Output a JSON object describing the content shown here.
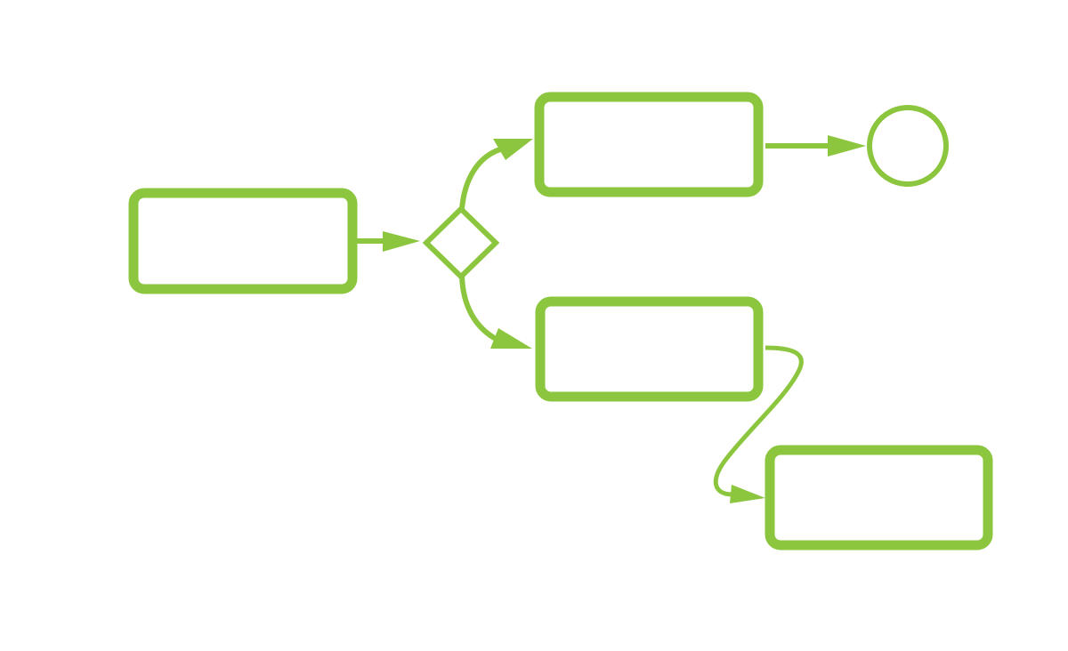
{
  "diagram": {
    "colors": {
      "stroke": "#8CC63F",
      "background": "#ffffff"
    },
    "nodes": [
      {
        "id": "task-start",
        "kind": "task",
        "label": ""
      },
      {
        "id": "gateway",
        "kind": "gateway",
        "label": ""
      },
      {
        "id": "task-upper",
        "kind": "task",
        "label": ""
      },
      {
        "id": "end-event",
        "kind": "end-event",
        "label": ""
      },
      {
        "id": "task-lower",
        "kind": "task",
        "label": ""
      },
      {
        "id": "task-final",
        "kind": "task",
        "label": ""
      }
    ],
    "edges": [
      {
        "from": "task-start",
        "to": "gateway"
      },
      {
        "from": "gateway",
        "to": "task-upper"
      },
      {
        "from": "gateway",
        "to": "task-lower"
      },
      {
        "from": "task-upper",
        "to": "end-event"
      },
      {
        "from": "task-lower",
        "to": "task-final"
      }
    ]
  }
}
